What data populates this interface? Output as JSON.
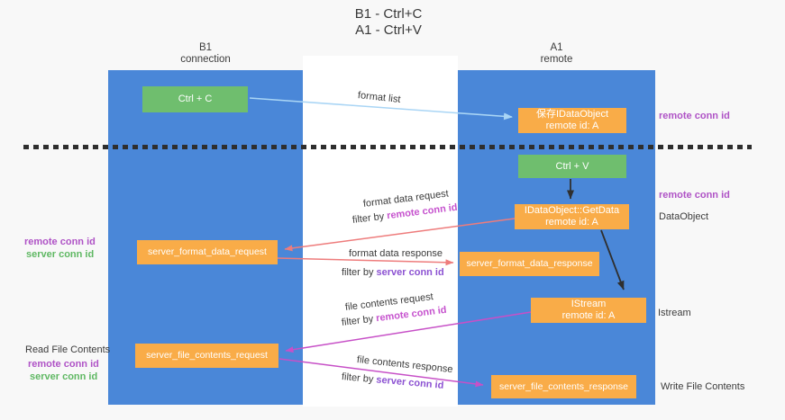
{
  "title": {
    "line1": "B1 - Ctrl+C",
    "line2": "A1 - Ctrl+V"
  },
  "lanes": {
    "b1": {
      "name": "B1",
      "sub": "connection"
    },
    "a1": {
      "name": "A1",
      "sub": "remote"
    }
  },
  "boxes": {
    "ctrl_c": {
      "label": "Ctrl + C"
    },
    "save_idataobject": {
      "line1": "保存IDataObject",
      "line2": "remote id: A"
    },
    "ctrl_v": {
      "label": "Ctrl + V"
    },
    "idataobject_getdata": {
      "line1": "IDataObject::GetData",
      "line2": "remote id: A"
    },
    "server_format_data_request": {
      "label": "server_format_data_request"
    },
    "server_format_data_response": {
      "label": "server_format_data_response"
    },
    "istream": {
      "line1": "IStream",
      "line2": "remote id: A"
    },
    "server_file_contents_request": {
      "label": "server_file_contents_request"
    },
    "server_file_contents_response": {
      "label": "server_file_contents_response"
    }
  },
  "arrows": {
    "format_list": {
      "label": "format list"
    },
    "format_data_request": {
      "label": "format data request",
      "filter_prefix": "filter by ",
      "filter_key": "remote conn id"
    },
    "format_data_response": {
      "label": "format data response",
      "filter_prefix": "filter by ",
      "filter_key": "server conn id"
    },
    "file_contents_request": {
      "label": "file contents request",
      "filter_prefix": "filter by ",
      "filter_key": "remote conn id"
    },
    "file_contents_response": {
      "label": "file contents response",
      "filter_prefix": "filter by ",
      "filter_key": "server conn id"
    }
  },
  "left_margin": {
    "remote_conn_id_1": "remote conn id",
    "server_conn_id_1": "server conn id",
    "read_file_contents": "Read File Contents",
    "remote_conn_id_2": "remote conn id",
    "server_conn_id_2": "server conn id"
  },
  "right_margin": {
    "remote_conn_id_1": "remote conn id",
    "remote_conn_id_2": "remote conn id",
    "dataobject": "DataObject",
    "istream": "Istream",
    "write_file_contents": "Write File Contents"
  },
  "colors": {
    "lane_blue": "#4A87D8",
    "box_green": "#6FBE6E",
    "box_orange": "#F9AC48",
    "arrow_light_blue": "#A9D5F5",
    "arrow_salmon": "#EE7C7C",
    "arrow_magenta": "#C750C7",
    "arrow_black": "#2F2F2F",
    "label_purple": "#AF53C6",
    "label_green": "#5FB863",
    "filter_remote_purple": "#C653CE",
    "filter_server_purple": "#8C52D2"
  }
}
